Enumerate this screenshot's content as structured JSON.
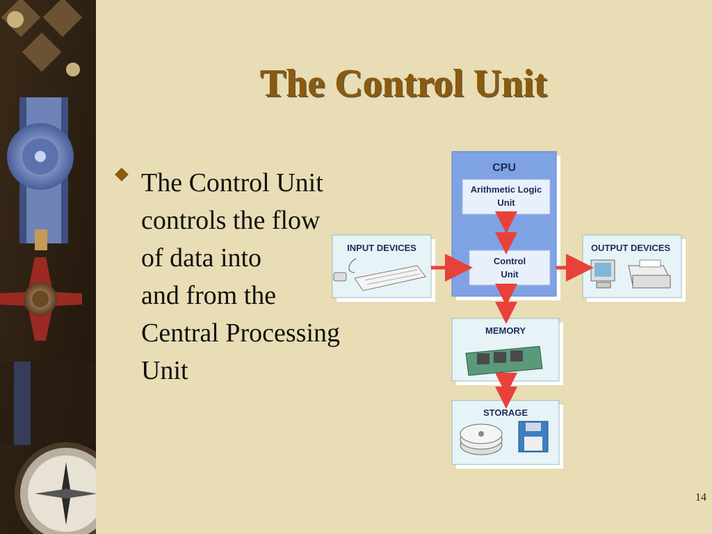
{
  "slide": {
    "title": "The Control Unit",
    "bullet": "The Control Unit\ncontrols the flow\nof data into\nand from the\nCentral Processing\nUnit",
    "slide_number": "14"
  },
  "diagram": {
    "cpu_label": "CPU",
    "alu_label_line1": "Arithmetic Logic",
    "alu_label_line2": "Unit",
    "control_label_line1": "Control",
    "control_label_line2": "Unit",
    "input_label": "INPUT DEVICES",
    "output_label": "OUTPUT DEVICES",
    "memory_label": "MEMORY",
    "storage_label": "STORAGE"
  },
  "colors": {
    "background": "#e8ddb4",
    "title": "#8a5a0f",
    "cpu_fill": "#7fa2e4",
    "card_fill": "#e6f4f8",
    "arrow": "#e8413a",
    "label_navy": "#1c2a5a"
  }
}
